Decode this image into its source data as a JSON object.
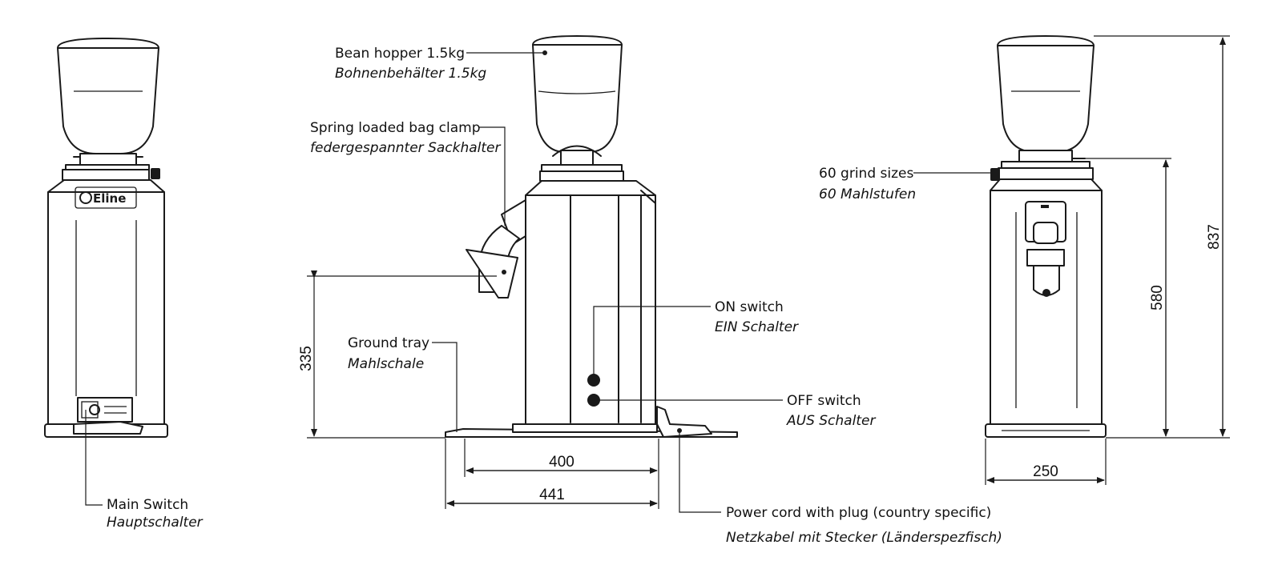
{
  "brand": {
    "logo_text": "Eline"
  },
  "callouts": {
    "bean_hopper": {
      "en": "Bean hopper 1.5kg",
      "de": "Bohnenbehälter 1.5kg"
    },
    "bag_clamp": {
      "en": "Spring loaded bag clamp",
      "de": "federgespannter Sackhalter"
    },
    "ground_tray": {
      "en": "Ground tray",
      "de": "Mahlschale"
    },
    "on_switch": {
      "en": "ON switch",
      "de": "EIN Schalter"
    },
    "off_switch": {
      "en": "OFF switch",
      "de": "AUS Schalter"
    },
    "power_cord": {
      "en": "Power cord with plug (country specific)",
      "de": "Netzkabel mit Stecker (Länderspezfisch)"
    },
    "main_switch": {
      "en": "Main Switch",
      "de": "Hauptschalter"
    },
    "grind_sizes": {
      "en": "60 grind sizes",
      "de": "60 Mahlstufen"
    }
  },
  "dimensions": {
    "spout_height": "335",
    "depth_body": "400",
    "depth_total": "441",
    "width": "250",
    "height_body": "580",
    "height_total": "837"
  }
}
